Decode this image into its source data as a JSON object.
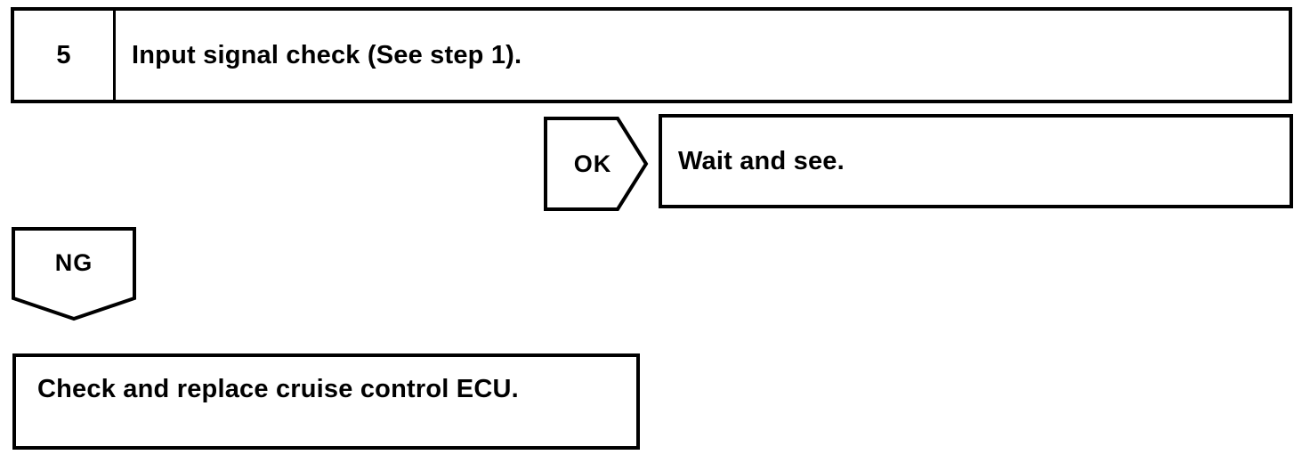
{
  "flowchart": {
    "step": {
      "number": "5",
      "title": "Input signal check (See step 1)."
    },
    "ok_branch": {
      "label": "OK",
      "action": "Wait and see."
    },
    "ng_branch": {
      "label": "NG",
      "action": "Check and replace cruise control ECU."
    }
  },
  "colors": {
    "line": "#000000",
    "background": "#ffffff",
    "text": "#000000"
  }
}
